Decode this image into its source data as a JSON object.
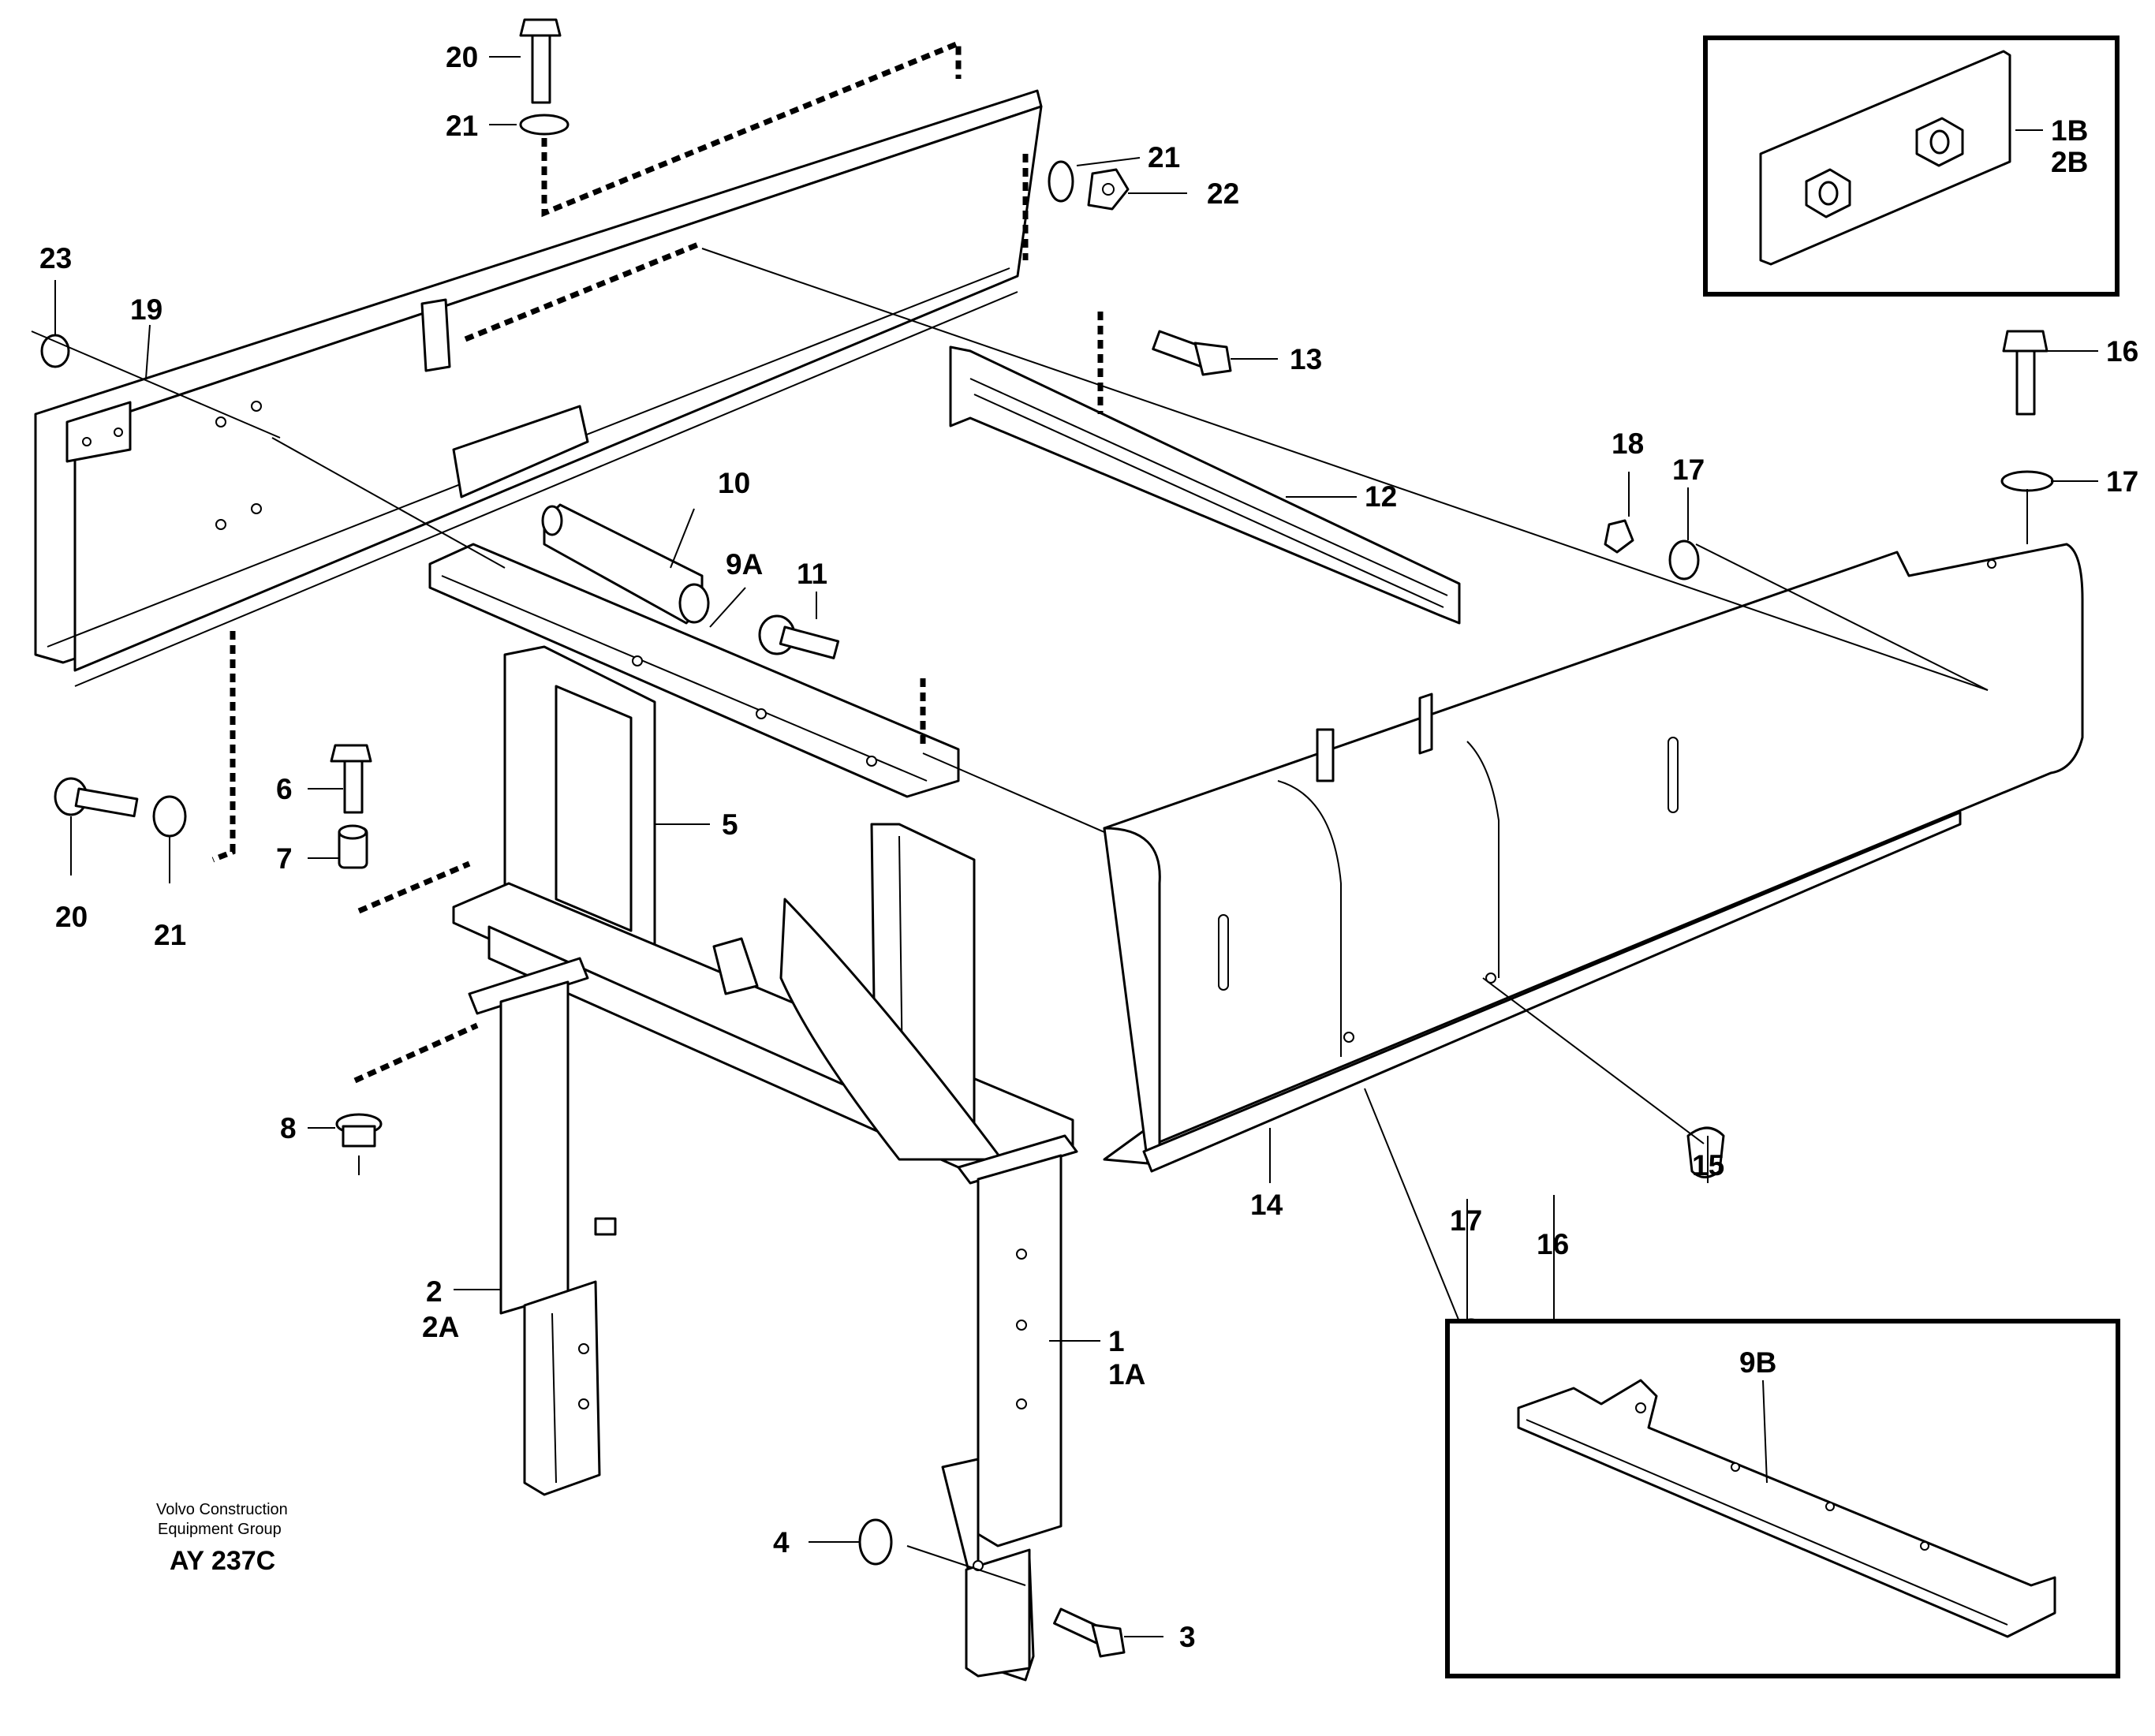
{
  "callouts": {
    "c20_top": "20",
    "c21_top": "21",
    "c21_right": "21",
    "c22": "22",
    "c23": "23",
    "c19": "19",
    "c13": "13",
    "c12": "12",
    "c10": "10",
    "c9A": "9A",
    "c11": "11",
    "c5": "5",
    "c6": "6",
    "c7": "7",
    "c20_left": "20",
    "c21_left": "21",
    "c8": "8",
    "c2": "2",
    "c2A": "2A",
    "c1": "1",
    "c1A": "1A",
    "c4": "4",
    "c3": "3",
    "c14": "14",
    "c15": "15",
    "c16_top": "16",
    "c17_top": "17",
    "c18": "18",
    "c17_mid": "17",
    "c17_bottom": "17",
    "c16_bottom": "16",
    "c1B": "1B",
    "c2B": "2B",
    "c9B": "9B"
  },
  "credit": {
    "line1": "Volvo Construction",
    "line2": "Equipment Group",
    "code": "AY 237C"
  }
}
